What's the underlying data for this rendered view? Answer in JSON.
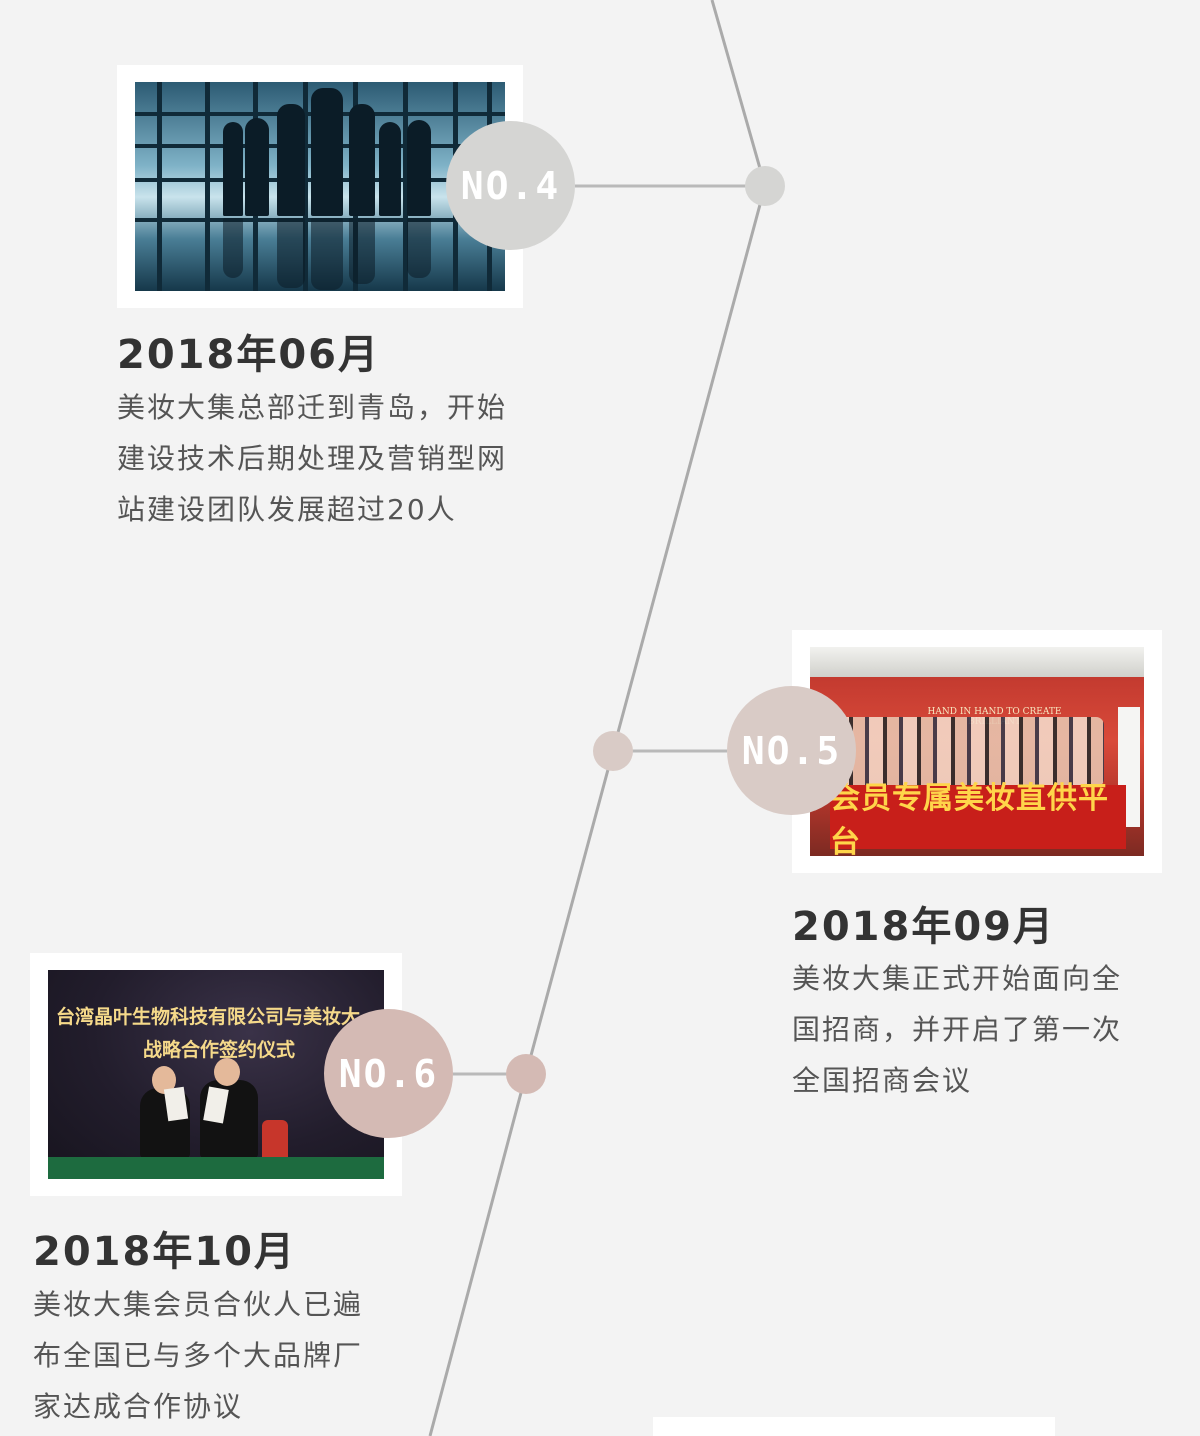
{
  "colors": {
    "background": "#f3f3f3",
    "line": "#aaaaaa",
    "node_gray": "#d5d5d3",
    "node_beige": "#d9cbc6",
    "node_pink": "#d4bab4"
  },
  "entries": [
    {
      "badge": "NO.4",
      "date": "2018年06月",
      "lines": [
        "美妆大集总部迁到青岛，开始",
        "建设技术后期处理及营销型网",
        "站建设团队发展超过20人"
      ]
    },
    {
      "badge": "NO.5",
      "date": "2018年09月",
      "lines": [
        "美妆大集正式开始面向全",
        "国招商，并开启了第一次",
        "全国招商会议"
      ],
      "photo_text": {
        "banner": "会员专属美妆直供平台",
        "small_banner": "HAND IN HAND TO CREATE BRILLIANT"
      }
    },
    {
      "badge": "NO.6",
      "date": "2018年10月",
      "lines": [
        "美妆大集会员合伙人已遍",
        "布全国已与多个大品牌厂",
        "家达成合作协议"
      ],
      "photo_text": {
        "headline": "台湾晶叶生物科技有限公司与美妆大",
        "subline": "战略合作签约仪式"
      }
    }
  ]
}
